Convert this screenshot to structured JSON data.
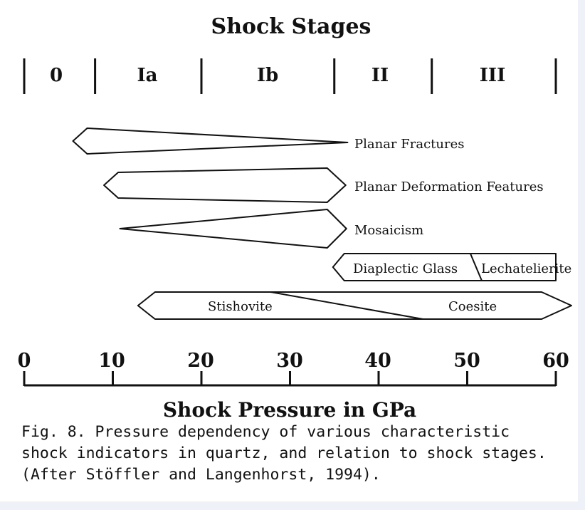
{
  "title": "Shock Stages",
  "stages": [
    {
      "label": "0",
      "from": 0,
      "to": 8
    },
    {
      "label": "Ia",
      "from": 8,
      "to": 20
    },
    {
      "label": "Ib",
      "from": 20,
      "to": 35
    },
    {
      "label": "II",
      "from": 35,
      "to": 46
    },
    {
      "label": "III",
      "from": 46,
      "to": 60
    }
  ],
  "indicators": [
    {
      "label": "Planar Fractures",
      "start": 5.5,
      "end": 36.5,
      "shape": "taper-right"
    },
    {
      "label": "Planar Deformation Features",
      "start": 9,
      "end": 35,
      "shape": "pointed-both"
    },
    {
      "label": "Mosaicism",
      "start": 10,
      "end": 35,
      "shape": "taper-left"
    },
    {
      "label": "Diaplectic Glass",
      "start": 35,
      "end": 51,
      "shape": "left-point"
    },
    {
      "label": "Lechatelierite",
      "start": 51,
      "end": 60,
      "shape": "left-point"
    },
    {
      "label": "Stishovite",
      "start": 13,
      "end": 45,
      "shape": "hexagon"
    },
    {
      "label": "Coesite",
      "start": 29,
      "end": 60,
      "shape": "hexagon"
    }
  ],
  "axis": {
    "min": 0,
    "max": 60,
    "ticks": [
      0,
      10,
      20,
      30,
      40,
      50,
      60
    ],
    "tick_labels": [
      "0",
      "10",
      "20",
      "30",
      "40",
      "50",
      "60"
    ],
    "label": "Shock Pressure in GPa"
  },
  "caption": [
    "Fig. 8. Pressure dependency of various characteristic",
    "shock indicators in quartz, and relation to shock stages.",
    "(After Stöffler and Langenhorst, 1994)."
  ]
}
